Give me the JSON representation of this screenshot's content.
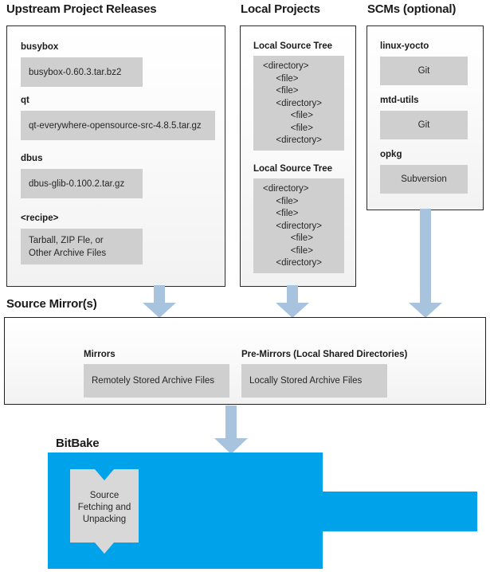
{
  "sections": {
    "upstream": {
      "title": "Upstream Project Releases",
      "groups": [
        {
          "label": "busybox",
          "item": "busybox-0.60.3.tar.bz2"
        },
        {
          "label": "qt",
          "item": "qt-everywhere-opensource-src-4.8.5.tar.gz"
        },
        {
          "label": "dbus",
          "item": "dbus-glib-0.100.2.tar.gz"
        },
        {
          "label": "<recipe>",
          "item_line1": "Tarball, ZIP Fle, or",
          "item_line2": "Other Archive Files"
        }
      ]
    },
    "local_projects": {
      "title": "Local Projects",
      "groups": [
        {
          "label": "Local Source Tree",
          "tree": [
            "<directory>",
            "  <file>",
            "  <file>",
            "  <directory>",
            "    <file>",
            "    <file>",
            "  <directory>"
          ]
        },
        {
          "label": "Local Source Tree",
          "tree": [
            "<directory>",
            "  <file>",
            "  <file>",
            "  <directory>",
            "    <file>",
            "    <file>",
            "  <directory>"
          ]
        }
      ]
    },
    "scms": {
      "title": "SCMs (optional)",
      "groups": [
        {
          "label": "linux-yocto",
          "item": "Git"
        },
        {
          "label": "mtd-utils",
          "item": "Git"
        },
        {
          "label": "opkg",
          "item": "Subversion"
        }
      ]
    },
    "source_mirrors": {
      "title": "Source Mirror(s)",
      "groups": [
        {
          "label": "Mirrors",
          "item": "Remotely Stored Archive Files"
        },
        {
          "label": "Pre-Mirrors (Local Shared Directories)",
          "item": "Locally Stored Archive Files"
        }
      ]
    },
    "bitbake": {
      "title": "BitBake",
      "task_line1": "Source",
      "task_line2": "Fetching and",
      "task_line3": "Unpacking"
    }
  },
  "flow": {
    "arrows": [
      {
        "name": "arrow-upstream-to-mirrors"
      },
      {
        "name": "arrow-local-projects-to-mirrors"
      },
      {
        "name": "arrow-scms-to-mirrors"
      },
      {
        "name": "arrow-mirrors-to-bitbake"
      }
    ]
  },
  "colors": {
    "arrow_fill": "#a7c3dd",
    "bitbake_fill": "#00a3ea",
    "chip_fill": "#cfcfcf",
    "panel_border": "#2b2b2b",
    "text": "#231f20"
  }
}
